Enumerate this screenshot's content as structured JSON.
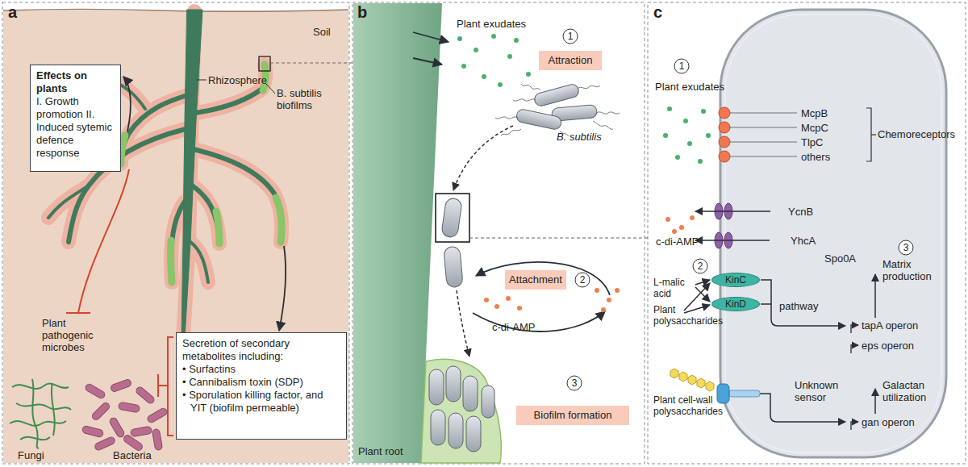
{
  "diagram": {
    "nodes": [
      {
        "text": [
          "Effects on plants",
          "I. Growth promotion II. Induced sytemic defence response"
        ]
      },
      {
        "text": [
          "Secretion of secondary metabolites including:",
          "• Surfactins",
          "• Cannibalism toxin (SDP)",
          "• Sporulation killing factor, and YIT (biofilm permeable)"
        ]
      },
      {
        "text": [
          "Attraction"
        ]
      },
      {
        "text": [
          "Attachment"
        ]
      },
      {
        "text": [
          "Biofilm formation"
        ]
      },
      {
        "text": [
          "KinC"
        ]
      },
      {
        "text": [
          "KinD"
        ]
      }
    ],
    "labels": [
      "a",
      "Soil",
      "Rhizosphere",
      "B. subtilis biofilms",
      "Plant pathogenic microbes",
      "Fungi",
      "Bacteria",
      "b",
      "Plant exudates",
      "B. subtilis",
      "1",
      "2",
      "c-di-AMP",
      "3",
      "Plant root",
      "c",
      "1",
      "Plant exudates",
      "McpB",
      "McpC",
      "TlpC",
      "others",
      "Chemoreceptors",
      "YcnB",
      "c-di-AMP",
      "YhcA",
      "3",
      "Spo0A",
      "Matrix production",
      "2",
      "L-malic acid",
      "Plant polysaccharides",
      "pathway",
      "tapA operon",
      "eps operon",
      "Plant cell-wall polysaccharides",
      "Unknown sensor",
      "Galactan utilization",
      "gan operon"
    ]
  }
}
